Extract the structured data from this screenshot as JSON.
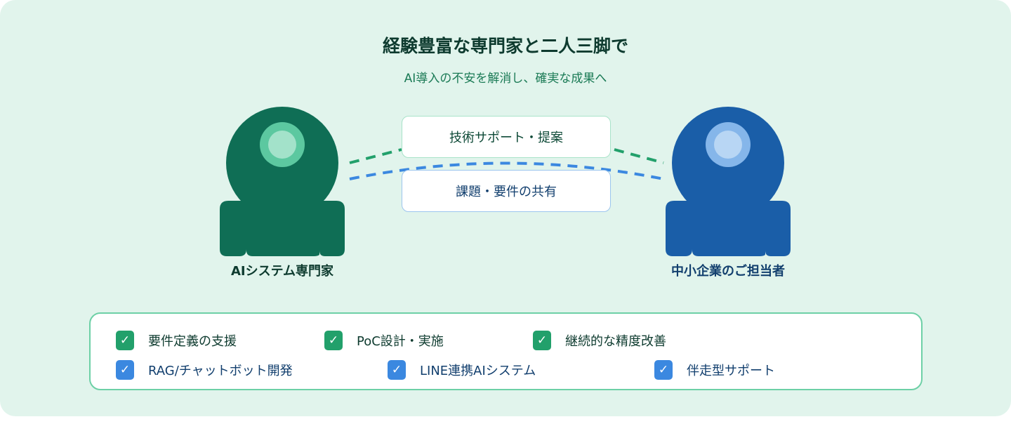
{
  "title": "経験豊富な専門家と二人三脚で",
  "subtitle": "AI導入の不安を解消し、確実な成果へ",
  "left_person": {
    "label": "AIシステム専門家",
    "color": "#0f6e55"
  },
  "right_person": {
    "label": "中小企業のご担当者",
    "color": "#1a5ea8"
  },
  "flows": {
    "support": "技術サポート・提案",
    "share": "課題・要件の共有"
  },
  "features": {
    "row1": [
      {
        "label": "要件定義の支援",
        "icon": "check-icon"
      },
      {
        "label": "PoC設計・実施",
        "icon": "check-icon"
      },
      {
        "label": "継続的な精度改善",
        "icon": "check-icon"
      }
    ],
    "row2": [
      {
        "label": "RAG/チャットボット開発",
        "icon": "check-icon"
      },
      {
        "label": "LINE連携AIシステム",
        "icon": "check-icon"
      },
      {
        "label": "伴走型サポート",
        "icon": "check-icon"
      }
    ],
    "check_mark": "✓"
  }
}
